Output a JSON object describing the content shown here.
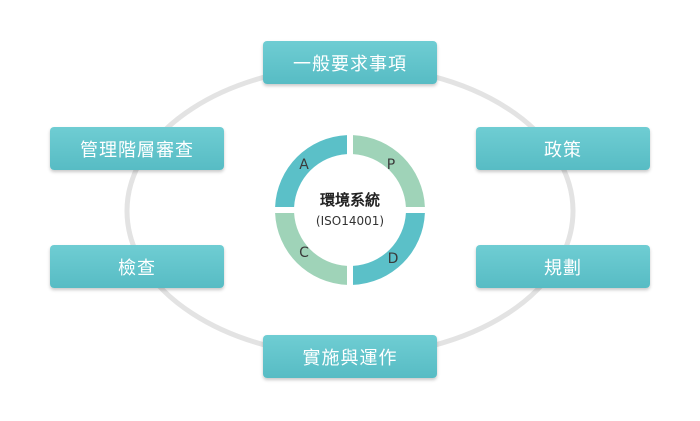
{
  "center": {
    "title": "環境系統",
    "subtitle": "(ISO14001)"
  },
  "pdca": {
    "p": "P",
    "d": "D",
    "c": "C",
    "a": "A"
  },
  "steps": {
    "general": "一般要求事項",
    "policy": "政策",
    "planning": "規劃",
    "implementation": "實施與運作",
    "checking": "檢查",
    "review": "管理階層審查"
  },
  "colors": {
    "teal": "#5bc0c8",
    "mint": "#9fd3b8",
    "ring": "#e2e2e2"
  }
}
